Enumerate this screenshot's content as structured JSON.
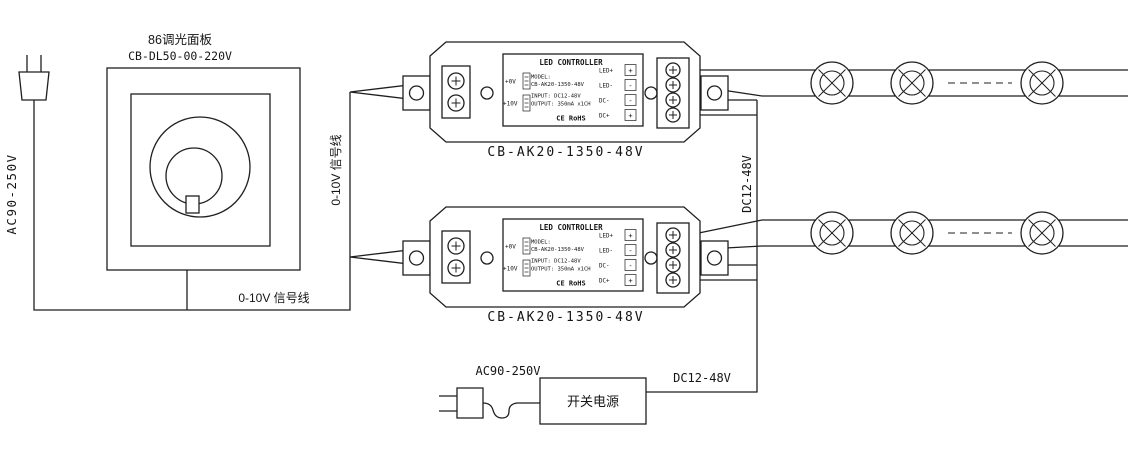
{
  "colors": {
    "line": "#1f1f1f",
    "background": "#ffffff"
  },
  "left_section": {
    "ac_label": "AC90-250V",
    "panel_title": "86调光面板",
    "panel_model": "CB-DL50-00-220V",
    "signal_label_horizontal": "0-10V 信号线",
    "signal_label_vertical": "0-10V 信号线"
  },
  "controllers": [
    {
      "caption": "CB-AK20-1350-48V",
      "label": {
        "title": "LED CONTROLLER",
        "line_model_key": "MODEL:",
        "line_model_value": "CB-AK20-1350-48V",
        "line_input": "INPUT:   DC12-48V",
        "line_output": "OUTPUT: 350mA x1CH",
        "cert": "CE RoHS"
      },
      "left_ports": [
        "+0V",
        "+10V"
      ],
      "right_ports": [
        "LED+",
        "LED-",
        "DC-",
        "DC+"
      ],
      "right_signs": [
        "+",
        "-",
        "-",
        "+"
      ]
    },
    {
      "caption": "CB-AK20-1350-48V",
      "label": {
        "title": "LED CONTROLLER",
        "line_model_key": "MODEL:",
        "line_model_value": "CB-AK20-1350-48V",
        "line_input": "INPUT:   DC12-48V",
        "line_output": "OUTPUT: 350mA x1CH",
        "cert": "CE RoHS"
      },
      "left_ports": [
        "+0V",
        "+10V"
      ],
      "right_ports": [
        "LED+",
        "LED-",
        "DC-",
        "DC+"
      ],
      "right_signs": [
        "+",
        "-",
        "-",
        "+"
      ]
    }
  ],
  "right_section": {
    "dc_label_vertical": "DC12-48V"
  },
  "power_supply": {
    "ac_label": "AC90-250V",
    "name": "开关电源",
    "dc_label": "DC12-48V"
  }
}
